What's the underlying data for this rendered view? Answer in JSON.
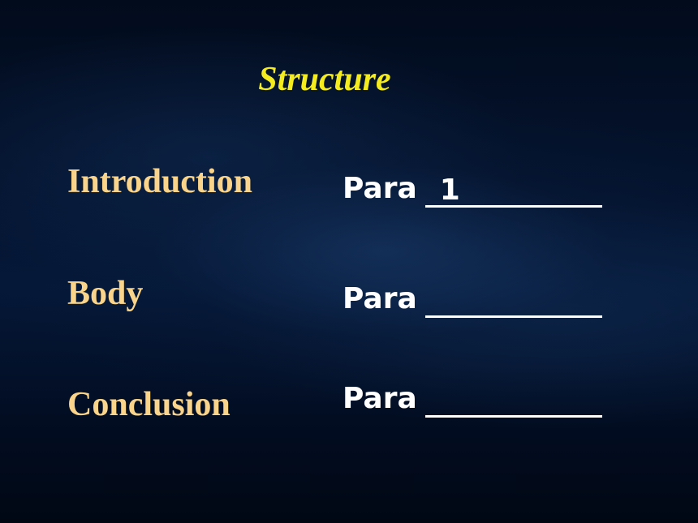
{
  "slide": {
    "title": "Structure",
    "rows": [
      {
        "section": "Introduction",
        "prefix": "Para",
        "answer": "1"
      },
      {
        "section": "Body",
        "prefix": "Para",
        "answer": ""
      },
      {
        "section": "Conclusion",
        "prefix": "Para",
        "answer": ""
      }
    ]
  },
  "colors": {
    "title": "#f4ec1f",
    "section_label": "#f9d48a",
    "para_text": "#ffffff",
    "background": "#010b1d"
  }
}
